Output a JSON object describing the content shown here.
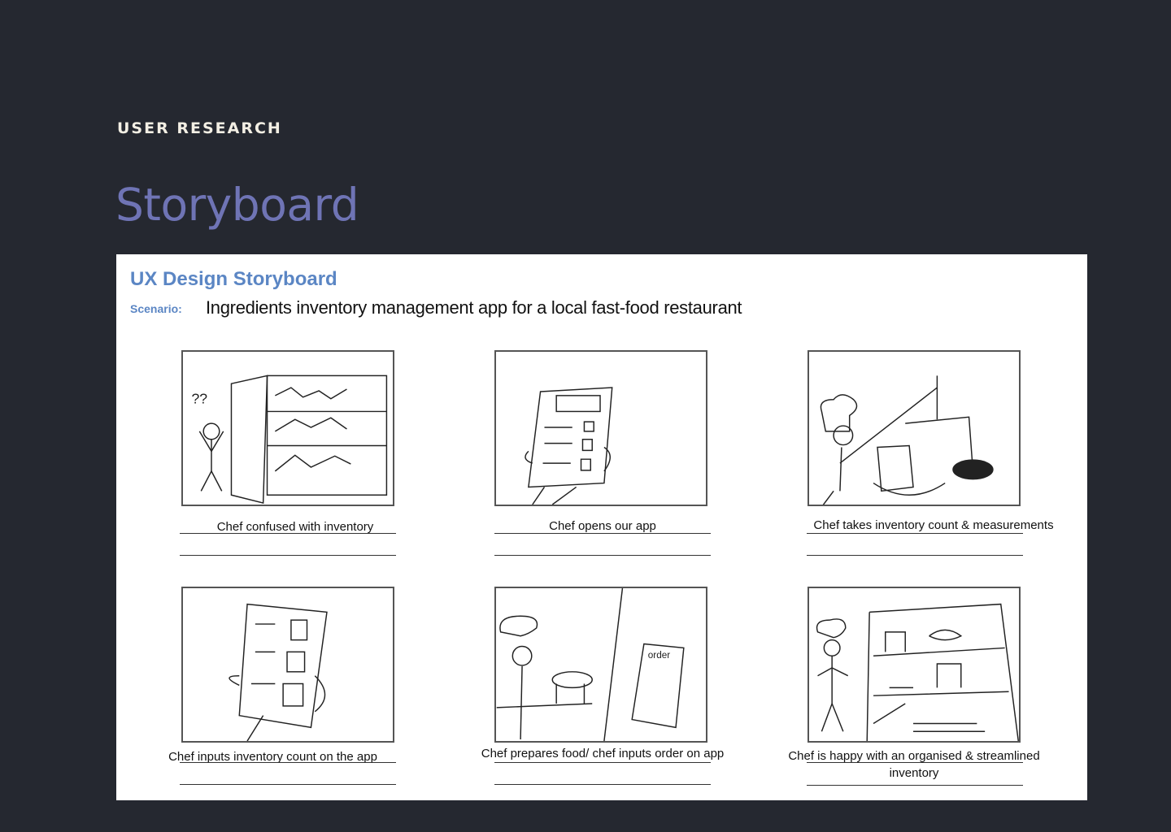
{
  "section_label": "USER RESEARCH",
  "page_title": "Storyboard",
  "storyboard": {
    "title": "UX Design Storyboard",
    "scenario_label": "Scenario:",
    "scenario": "Ingredients inventory management app for a local fast-food restaurant",
    "panels": [
      {
        "caption": "Chef confused with inventory",
        "sketch": "chef-confused-at-shelves"
      },
      {
        "caption": "Chef opens our app",
        "sketch": "hand-holding-phone-app"
      },
      {
        "caption": "Chef takes inventory count & measurements",
        "sketch": "chef-weighing-ingredients"
      },
      {
        "caption": "Chef inputs inventory count on the app",
        "sketch": "phone-with-counts"
      },
      {
        "caption": "Chef prepares food/ chef inputs order on app",
        "sketch": "chef-cooking-and-order-app"
      },
      {
        "caption": "Chef is happy with an organised & streamlined inventory",
        "sketch": "happy-chef-organised-shelves"
      }
    ]
  }
}
